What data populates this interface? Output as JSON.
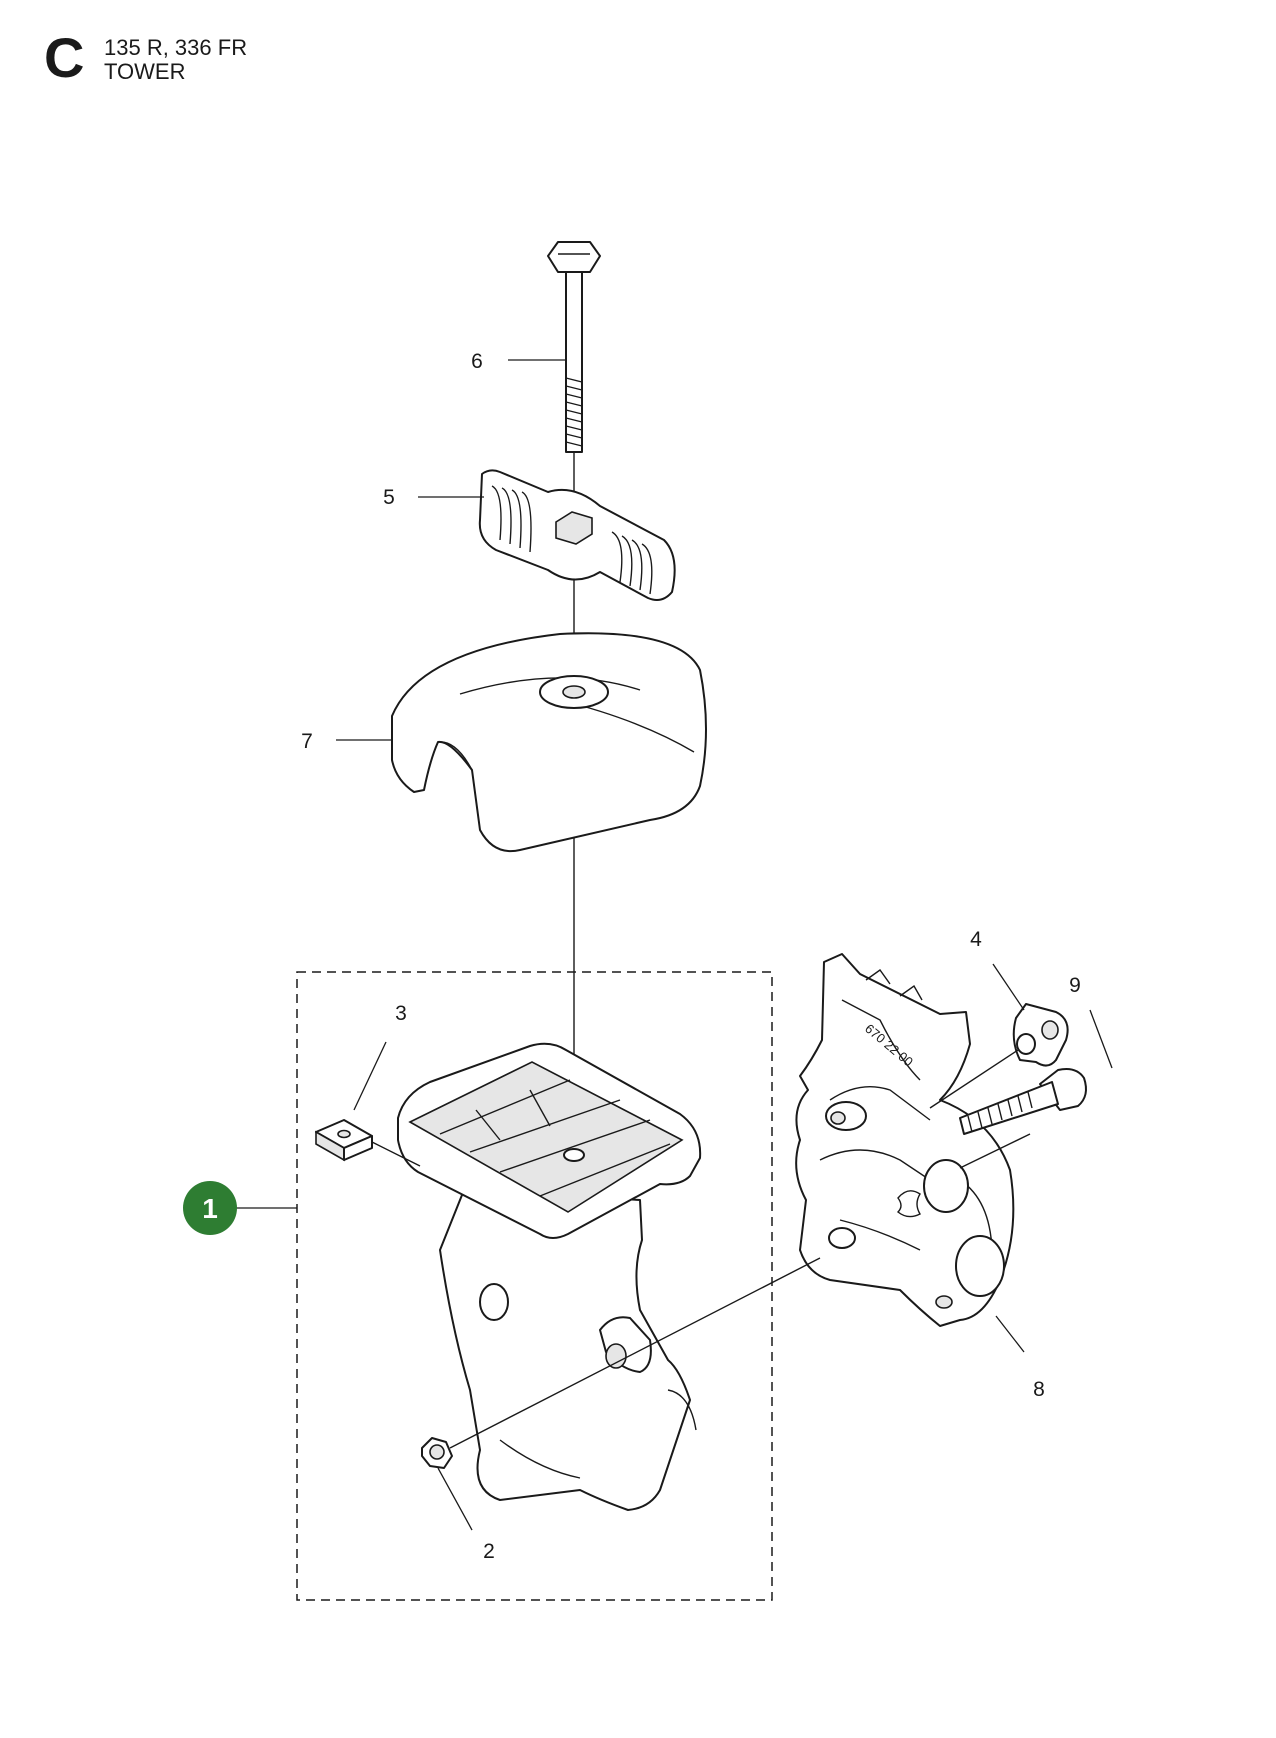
{
  "header": {
    "section_letter": "C",
    "models": "135 R, 336 FR",
    "title": "TOWER"
  },
  "callouts": [
    {
      "id": "1",
      "style": "badge"
    },
    {
      "id": "2"
    },
    {
      "id": "3"
    },
    {
      "id": "4"
    },
    {
      "id": "5"
    },
    {
      "id": "6"
    },
    {
      "id": "7"
    },
    {
      "id": "8"
    },
    {
      "id": "9"
    }
  ],
  "bracket_stamp": "670 22 00",
  "colors": {
    "badge": "#2e7d32",
    "line": "#1a1a1a"
  }
}
